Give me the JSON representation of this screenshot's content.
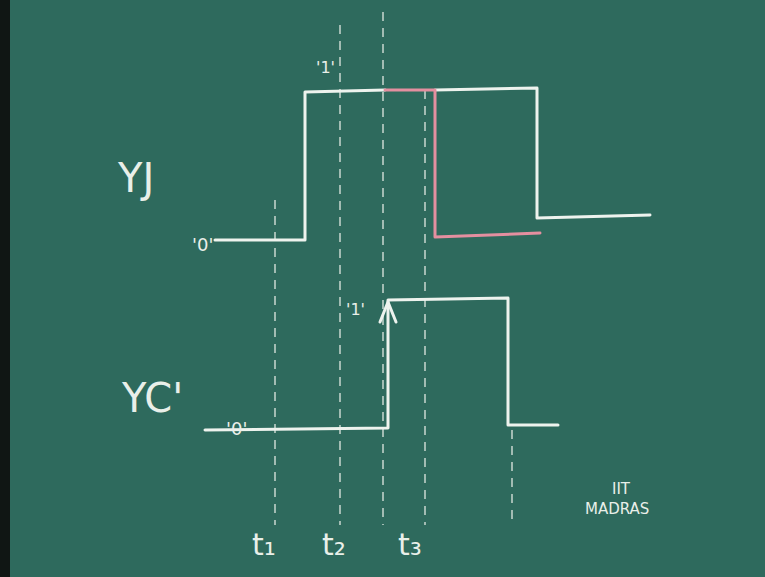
{
  "diagram": {
    "labels": [
      "'1'",
      "YJ",
      "'0'",
      "'1'",
      "YC'",
      "'0'",
      "t₁",
      "t₂",
      "t₃",
      "IIT",
      "MADRAS"
    ]
  }
}
